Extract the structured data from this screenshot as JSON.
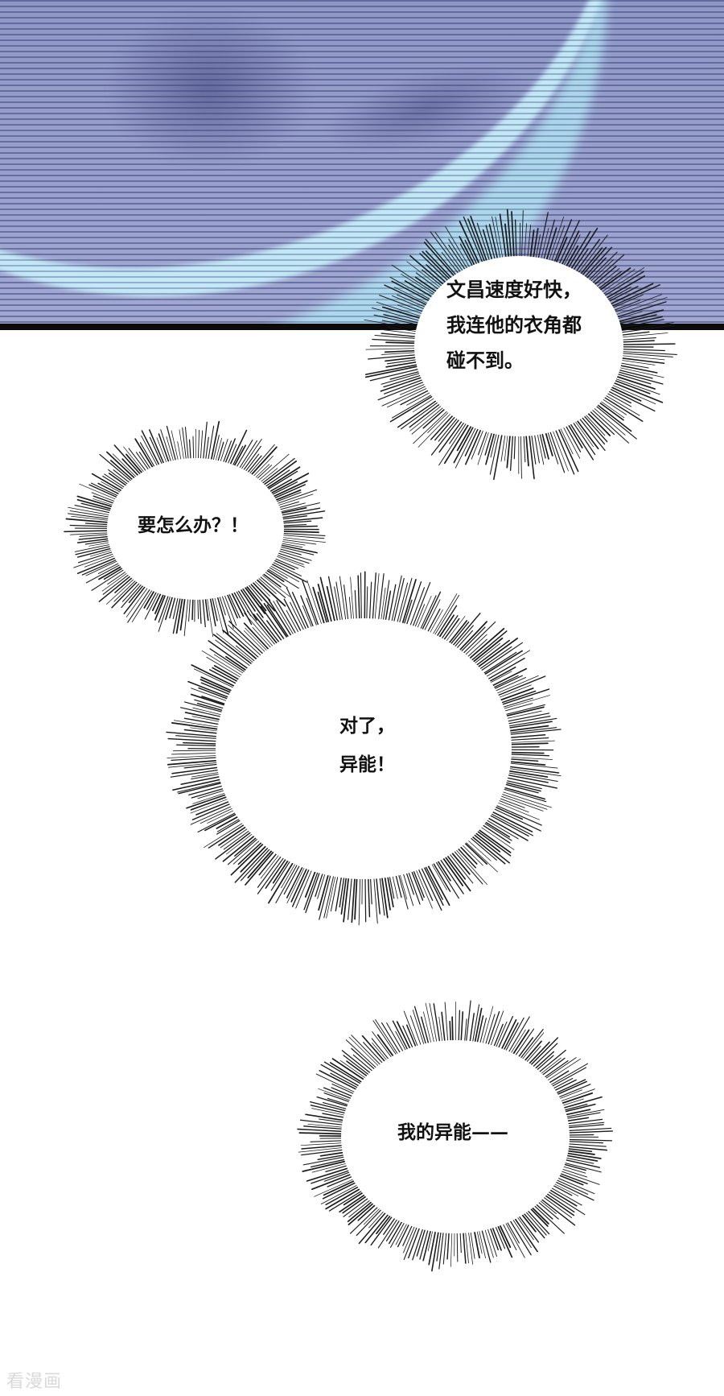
{
  "page": {
    "type": "manga-webtoon-panel",
    "background": "#ffffff"
  },
  "top_panel": {
    "description": "Blurred motion streak over blue scanline background",
    "colors": {
      "background": "#9aa1cc",
      "streak": "#b4e4f0",
      "scanline": "#5a649e",
      "border": "#0a0a0a"
    }
  },
  "bubbles": [
    {
      "id": "bubble-1",
      "lines": "文昌速度好快，\n我连他的衣角都\n碰不到。"
    },
    {
      "id": "bubble-2",
      "lines": "要怎么办？！"
    },
    {
      "id": "bubble-3",
      "lines": "对了，\n异能！"
    },
    {
      "id": "bubble-4",
      "lines": "我的异能——"
    }
  ],
  "watermark": {
    "text": "看漫画"
  }
}
